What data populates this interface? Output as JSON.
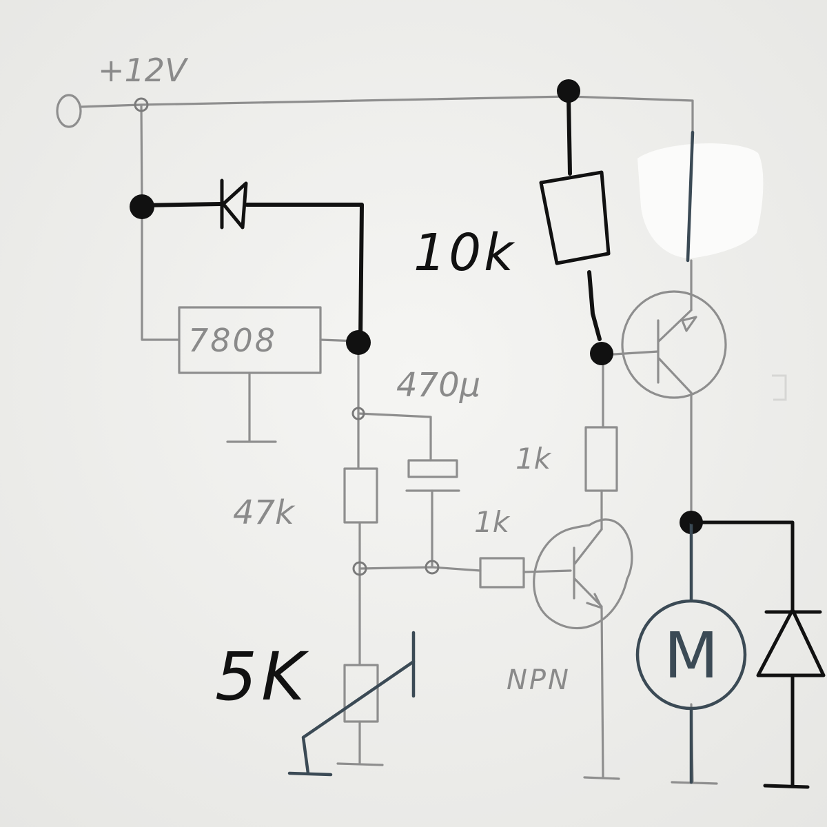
{
  "labels": {
    "supply": "+12V",
    "regulator": "7808",
    "r_base_pnp": "10k",
    "capacitor": "470µ",
    "r_collector": "1k",
    "r_base_npn": "1k",
    "r_divider": "47k",
    "potentiometer": "5K",
    "transistor_type": "NPN",
    "motor": "M"
  },
  "colors": {
    "paper": "#f1f1ef",
    "pencil": "#8e8e8e",
    "ink": "#111111",
    "blue_ink": "#3b4a55"
  }
}
